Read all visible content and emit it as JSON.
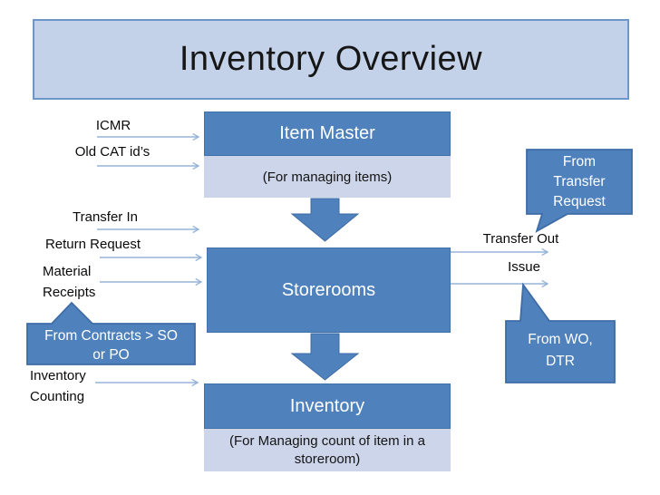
{
  "title": "Inventory Overview",
  "colors": {
    "accent_blue": "#4f81bd",
    "light_blue": "#ccd5e9",
    "title_fill": "#c3d2e9",
    "title_border": "#6f96c8",
    "connector_line": "#95b3d7",
    "callout_border": "#3e6ca5"
  },
  "boxes": {
    "item_master": {
      "title": "Item Master",
      "subtitle": "(For managing items)"
    },
    "storerooms": {
      "title": "Storerooms"
    },
    "inventory": {
      "title": "Inventory",
      "subtitle_lines": [
        "(For Managing count of item in a",
        "storeroom)"
      ]
    }
  },
  "labels": {
    "icmr": "ICMR",
    "old_cat_ids": "Old CAT id’s",
    "transfer_in": "Transfer In",
    "return_request": "Return Request",
    "material_receipts_lines": [
      "Material",
      "Receipts"
    ],
    "inventory_counting_lines": [
      "Inventory",
      "Counting"
    ],
    "transfer_out": "Transfer Out",
    "issue": "Issue"
  },
  "callouts": {
    "from_contracts": {
      "lines": [
        "From Contracts > SO",
        "or PO"
      ]
    },
    "from_transfer_request": {
      "lines": [
        "From",
        "Transfer",
        "Request"
      ]
    },
    "from_wo_dtr": {
      "lines": [
        "From WO,",
        "DTR"
      ]
    }
  }
}
